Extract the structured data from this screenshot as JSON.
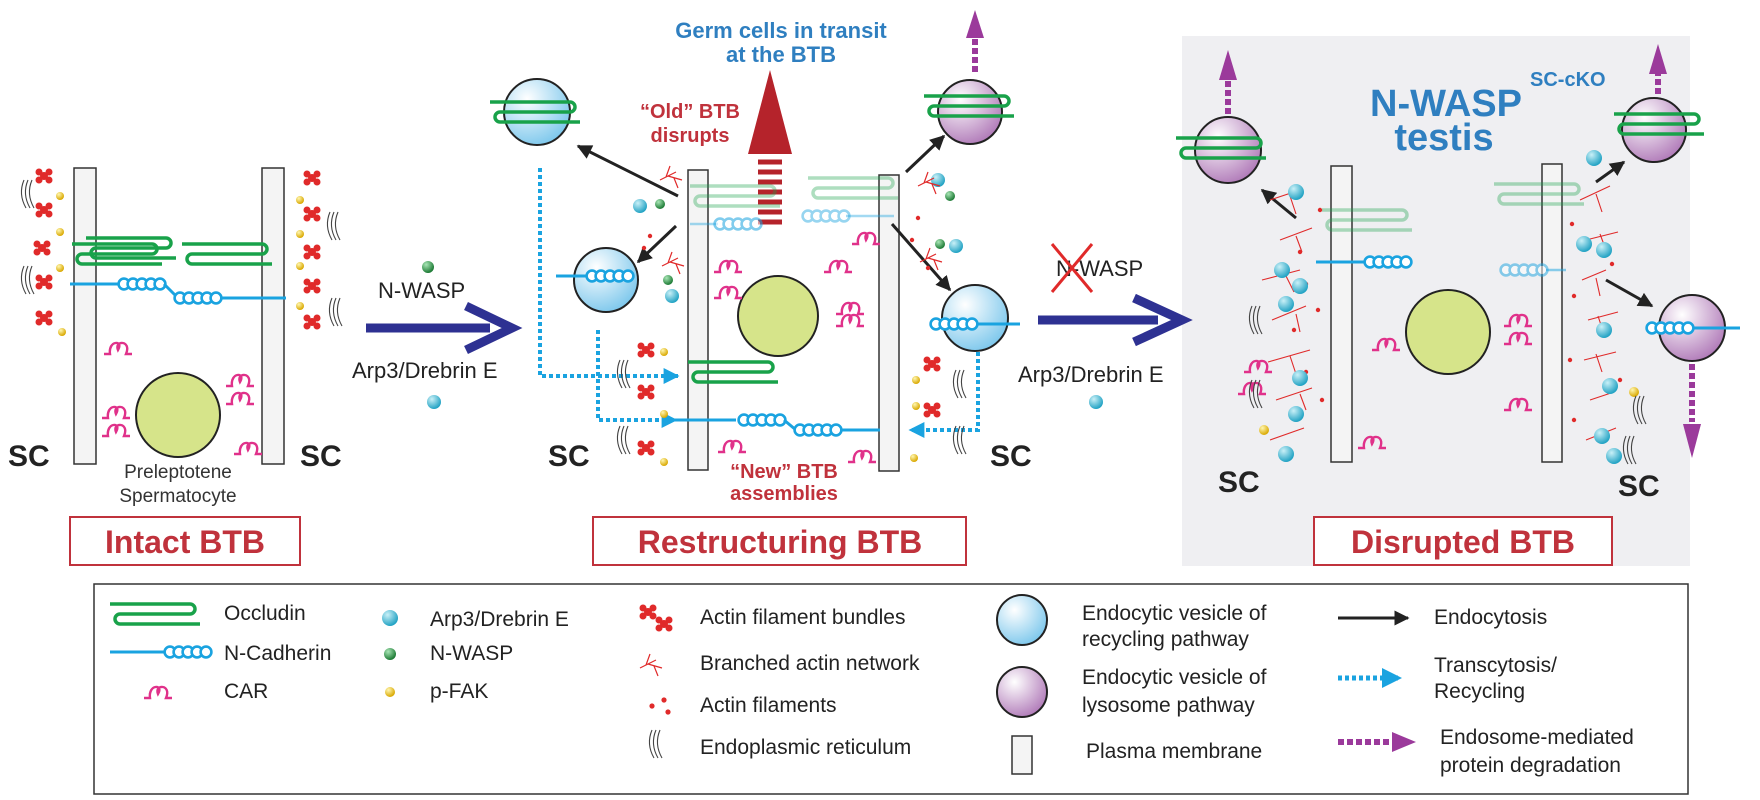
{
  "labels": {
    "sc": "SC",
    "preleptotene_1": "Preleptotene",
    "preleptotene_2": "Spermatocyte",
    "nwasp": "N-WASP",
    "arp3": "Arp3/Drebrin E",
    "germ_cells_1": "Germ cells in transit",
    "germ_cells_2": "at the BTB",
    "old_btb_1": "“Old” BTB",
    "old_btb_2": "disrupts",
    "new_btb_1": "“New” BTB",
    "new_btb_2": "assemblies",
    "nwasp_title": "N-WASP",
    "nwasp_sup": "SC-cKO",
    "testis": "testis"
  },
  "panels": {
    "intact": "Intact BTB",
    "restructuring": "Restructuring BTB",
    "disrupted": "Disrupted BTB"
  },
  "legend": {
    "occludin": "Occludin",
    "ncadherin": "N-Cadherin",
    "car": "CAR",
    "arp3": "Arp3/Drebrin E",
    "nwasp": "N-WASP",
    "pfak": "p-FAK",
    "actin_bundles": "Actin filament bundles",
    "branched_actin": "Branched actin network",
    "actin_filaments": "Actin filaments",
    "er": "Endoplasmic reticulum",
    "recycling_vesicle_1": "Endocytic vesicle of",
    "recycling_vesicle_2": "recycling pathway",
    "lysosome_vesicle_1": "Endocytic vesicle of",
    "lysosome_vesicle_2": "lysosome pathway",
    "plasma_membrane": "Plasma membrane",
    "endocytosis": "Endocytosis",
    "transcytosis_1": "Transcytosis/",
    "transcytosis_2": "Recycling",
    "degradation_1": "Endosome-mediated",
    "degradation_2": "protein degradation"
  },
  "colors": {
    "occludin": "#19a24a",
    "ncadherin": "#1aa3e0",
    "car": "#e0318a",
    "arp3": "#3ab8d4",
    "nwasp": "#2a9a4a",
    "pfak": "#e8c020",
    "actin": "#e02a2a",
    "spermatocyte": "#d6e48a",
    "lysosome": "#c390c8",
    "title_red": "#c0323c",
    "title_blue": "#2f7fc0",
    "arrow_navy": "#2e3192",
    "degradation": "#9b3a9b"
  }
}
